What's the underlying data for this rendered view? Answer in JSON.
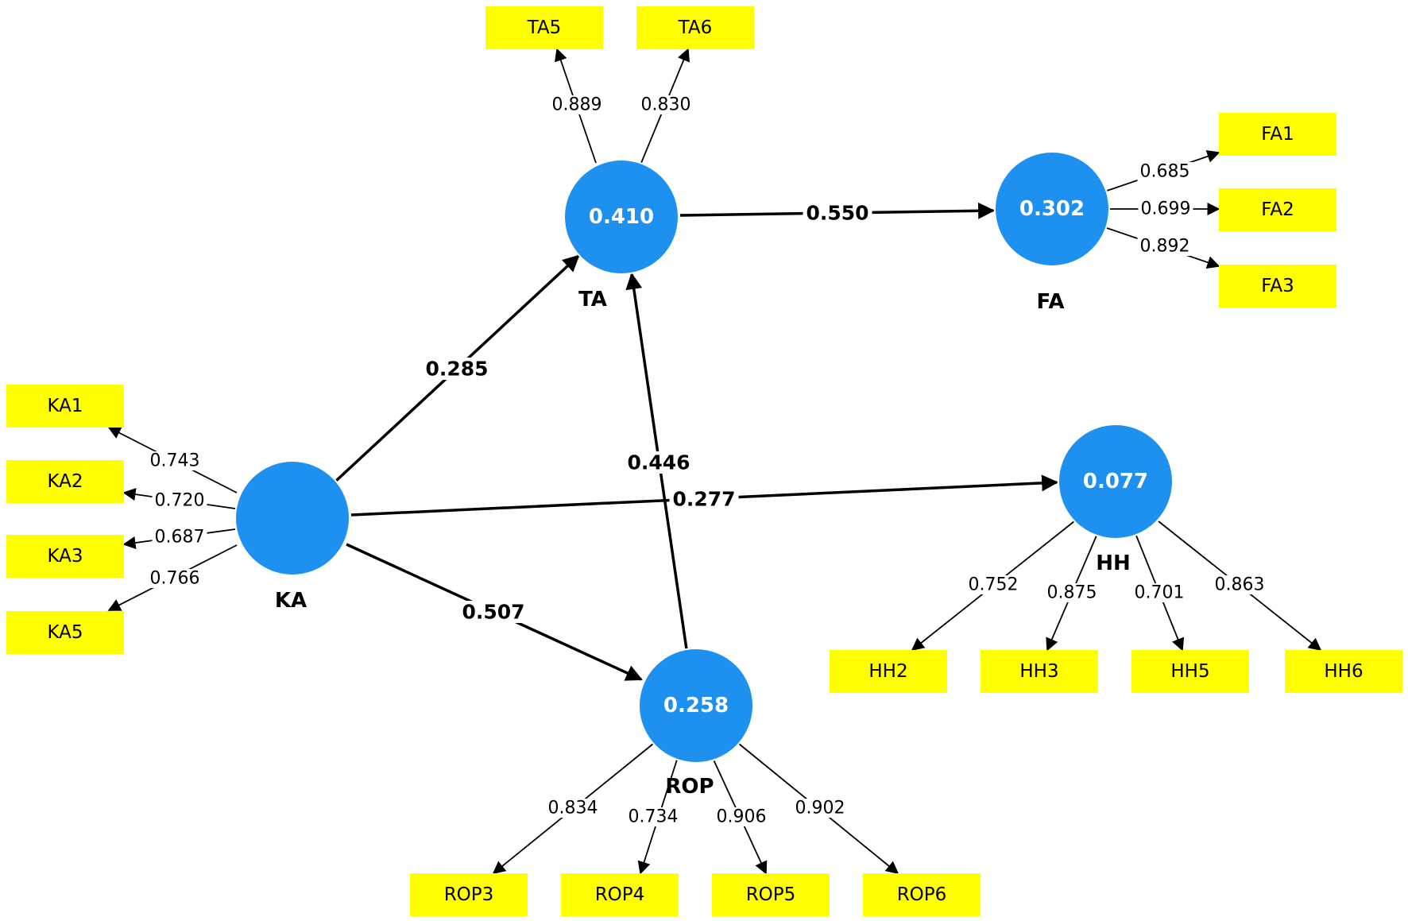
{
  "constructs": [
    {
      "id": "TA",
      "name": "TA",
      "value": "0.410"
    },
    {
      "id": "FA",
      "name": "FA",
      "value": "0.302"
    },
    {
      "id": "KA",
      "name": "KA",
      "value": ""
    },
    {
      "id": "HH",
      "name": "HH",
      "value": "0.077"
    },
    {
      "id": "ROP",
      "name": "ROP",
      "value": "0.258"
    }
  ],
  "indicators": [
    {
      "id": "TA5",
      "label": "TA5"
    },
    {
      "id": "TA6",
      "label": "TA6"
    },
    {
      "id": "FA1",
      "label": "FA1"
    },
    {
      "id": "FA2",
      "label": "FA2"
    },
    {
      "id": "FA3",
      "label": "FA3"
    },
    {
      "id": "KA1",
      "label": "KA1"
    },
    {
      "id": "KA2",
      "label": "KA2"
    },
    {
      "id": "KA3",
      "label": "KA3"
    },
    {
      "id": "KA5",
      "label": "KA5"
    },
    {
      "id": "HH2",
      "label": "HH2"
    },
    {
      "id": "HH3",
      "label": "HH3"
    },
    {
      "id": "HH5",
      "label": "HH5"
    },
    {
      "id": "HH6",
      "label": "HH6"
    },
    {
      "id": "ROP3",
      "label": "ROP3"
    },
    {
      "id": "ROP4",
      "label": "ROP4"
    },
    {
      "id": "ROP5",
      "label": "ROP5"
    },
    {
      "id": "ROP6",
      "label": "ROP6"
    }
  ],
  "paths": [
    {
      "from": "TA",
      "to": "FA",
      "coef": "0.550"
    },
    {
      "from": "KA",
      "to": "TA",
      "coef": "0.285"
    },
    {
      "from": "ROP",
      "to": "TA",
      "coef": "0.446"
    },
    {
      "from": "KA",
      "to": "HH",
      "coef": "0.277"
    },
    {
      "from": "KA",
      "to": "ROP",
      "coef": "0.507"
    }
  ],
  "loadings": [
    {
      "construct": "TA",
      "indicator": "TA5",
      "value": "0.889"
    },
    {
      "construct": "TA",
      "indicator": "TA6",
      "value": "0.830"
    },
    {
      "construct": "FA",
      "indicator": "FA1",
      "value": "0.685"
    },
    {
      "construct": "FA",
      "indicator": "FA2",
      "value": "0.699"
    },
    {
      "construct": "FA",
      "indicator": "FA3",
      "value": "0.892"
    },
    {
      "construct": "KA",
      "indicator": "KA1",
      "value": "0.743"
    },
    {
      "construct": "KA",
      "indicator": "KA2",
      "value": "0.720"
    },
    {
      "construct": "KA",
      "indicator": "KA3",
      "value": "0.687"
    },
    {
      "construct": "KA",
      "indicator": "KA5",
      "value": "0.766"
    },
    {
      "construct": "HH",
      "indicator": "HH2",
      "value": "0.752"
    },
    {
      "construct": "HH",
      "indicator": "HH3",
      "value": "0.875"
    },
    {
      "construct": "HH",
      "indicator": "HH5",
      "value": "0.701"
    },
    {
      "construct": "HH",
      "indicator": "HH6",
      "value": "0.863"
    },
    {
      "construct": "ROP",
      "indicator": "ROP3",
      "value": "0.834"
    },
    {
      "construct": "ROP",
      "indicator": "ROP4",
      "value": "0.734"
    },
    {
      "construct": "ROP",
      "indicator": "ROP5",
      "value": "0.906"
    },
    {
      "construct": "ROP",
      "indicator": "ROP6",
      "value": "0.902"
    }
  ],
  "colors": {
    "construct_fill": "#1e90f0",
    "indicator_fill": "#ffff00",
    "line": "#000000"
  }
}
